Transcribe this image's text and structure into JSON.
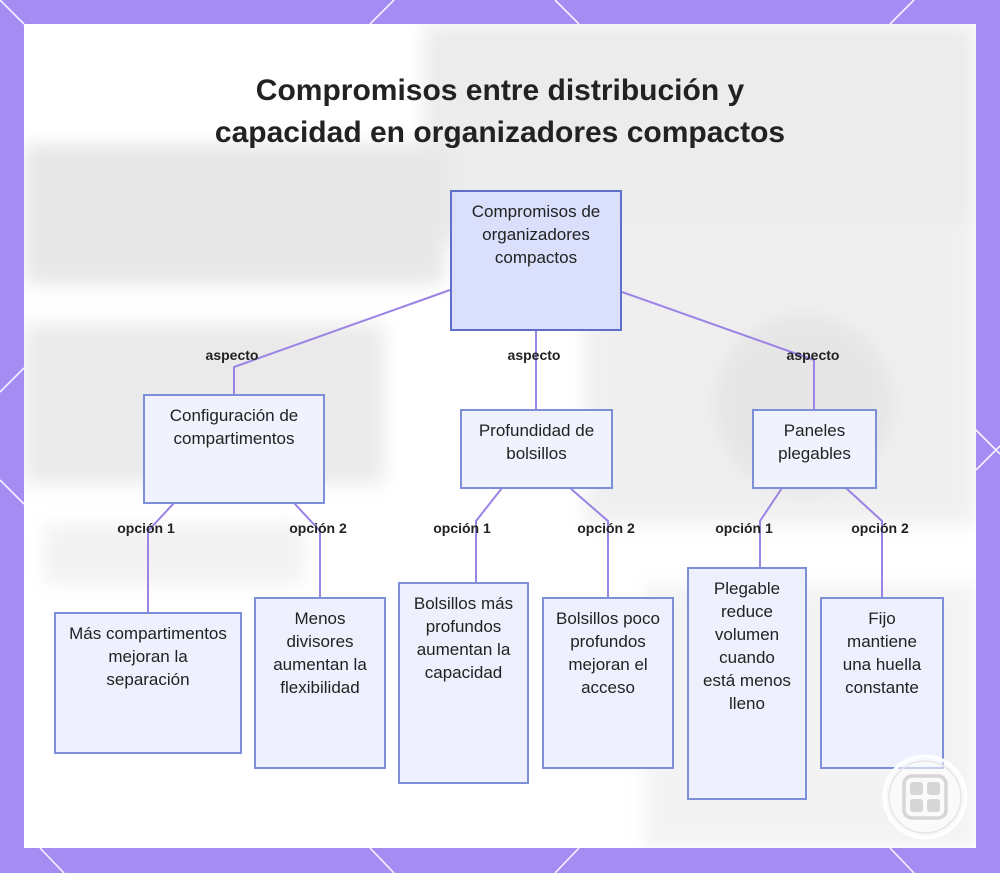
{
  "title": {
    "line1": "Compromisos entre distribución y",
    "line2": "capacidad en organizadores compactos"
  },
  "root": {
    "text": "Compromisos de organizadores compactos"
  },
  "edge_label_aspect": "aspecto",
  "edge_label_option1": "opción 1",
  "edge_label_option2": "opción 2",
  "aspects": [
    {
      "label": "Configuración de compartimentos",
      "options": [
        "Más compartimentos mejoran la separación",
        "Menos divisores aumentan la flexibilidad"
      ]
    },
    {
      "label": "Profundidad de bolsillos",
      "options": [
        "Bolsillos más profundos aumentan la capacidad",
        "Bolsillos poco profundos mejoran el acceso"
      ]
    },
    {
      "label": "Paneles plegables",
      "options": [
        "Plegable reduce volumen cuando está menos lleno",
        "Fijo mantiene una huella constante"
      ]
    }
  ],
  "colors": {
    "frame": "#a48cf2",
    "edge": "#9b82e6",
    "node_border": "#7d8fd8",
    "root_fill": "#dadffb",
    "node_fill": "#eef1fd"
  },
  "icons": {
    "corner_logo": "grid-logo-icon"
  }
}
